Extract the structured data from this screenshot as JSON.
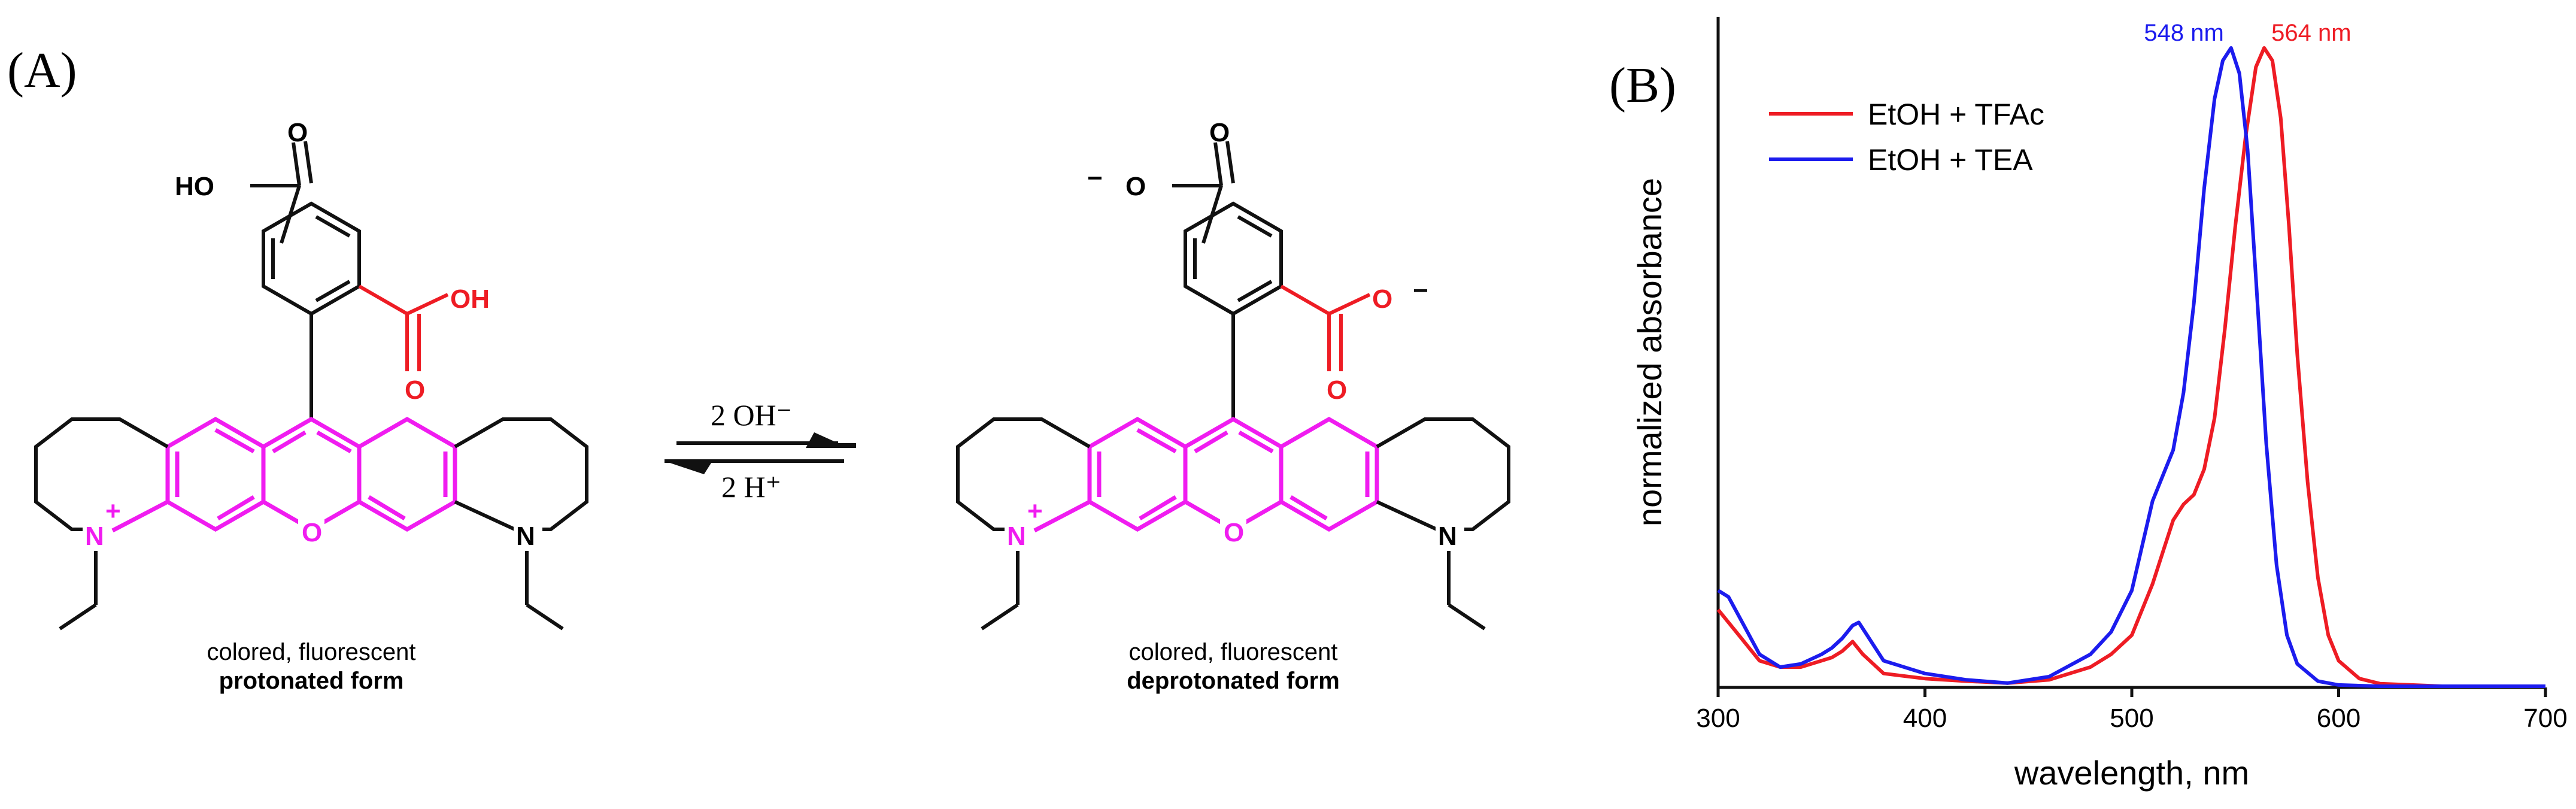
{
  "panel_a": {
    "label": "(A)",
    "left": {
      "caption1": "colored, fluorescent",
      "caption2": "protonated form",
      "acid_top": "HO",
      "acid_red": "OH"
    },
    "right": {
      "caption1": "colored, fluorescent",
      "caption2": "deprotonated form",
      "minus": "−"
    },
    "atoms": {
      "O": "O",
      "N": "N",
      "Nplus": "N",
      "plus": "+"
    },
    "equilibrium": {
      "top": "2 OH⁻",
      "bottom": "2 H⁺"
    }
  },
  "panel_b": {
    "label": "(B)"
  },
  "colors": {
    "magenta": "#f01cf0",
    "red": "#ee1c24",
    "blue": "#1c1cee",
    "black": "#111111"
  },
  "chart_data": {
    "type": "line",
    "xlabel": "wavelength, nm",
    "ylabel": "normalized absorbance",
    "xlim": [
      300,
      700
    ],
    "ylim": [
      0,
      1
    ],
    "x_ticks": [
      300,
      400,
      500,
      600,
      700
    ],
    "grid": false,
    "legend_position": "top-left",
    "annotations": [
      {
        "text": "548 nm",
        "x": 548,
        "series": "EtOH + TEA"
      },
      {
        "text": "564 nm",
        "x": 564,
        "series": "EtOH + TFAc"
      }
    ],
    "series": [
      {
        "name": "EtOH + TFAc",
        "color": "#ee1c24",
        "x": [
          300,
          310,
          320,
          330,
          340,
          350,
          355,
          360,
          365,
          370,
          380,
          400,
          420,
          440,
          460,
          480,
          490,
          500,
          510,
          515,
          520,
          525,
          530,
          535,
          540,
          545,
          550,
          555,
          560,
          564,
          568,
          572,
          576,
          580,
          585,
          590,
          595,
          600,
          610,
          620,
          650,
          700
        ],
        "y": [
          0.12,
          0.08,
          0.04,
          0.03,
          0.03,
          0.04,
          0.045,
          0.055,
          0.07,
          0.05,
          0.02,
          0.012,
          0.008,
          0.005,
          0.01,
          0.03,
          0.05,
          0.08,
          0.16,
          0.21,
          0.26,
          0.285,
          0.3,
          0.34,
          0.42,
          0.56,
          0.72,
          0.86,
          0.97,
          1.0,
          0.98,
          0.89,
          0.72,
          0.52,
          0.32,
          0.17,
          0.08,
          0.04,
          0.012,
          0.004,
          0.0,
          0.0
        ]
      },
      {
        "name": "EtOH + TEA",
        "color": "#1c1cee",
        "x": [
          300,
          305,
          310,
          320,
          330,
          340,
          350,
          355,
          360,
          365,
          368,
          372,
          380,
          400,
          420,
          440,
          460,
          480,
          490,
          500,
          505,
          510,
          515,
          520,
          525,
          530,
          535,
          540,
          544,
          548,
          552,
          556,
          560,
          565,
          570,
          575,
          580,
          590,
          600,
          620,
          650,
          700
        ],
        "y": [
          0.15,
          0.14,
          0.11,
          0.05,
          0.03,
          0.035,
          0.05,
          0.06,
          0.075,
          0.095,
          0.1,
          0.08,
          0.04,
          0.02,
          0.01,
          0.005,
          0.015,
          0.05,
          0.085,
          0.15,
          0.22,
          0.29,
          0.33,
          0.37,
          0.46,
          0.6,
          0.78,
          0.92,
          0.98,
          1.0,
          0.96,
          0.84,
          0.64,
          0.38,
          0.19,
          0.08,
          0.035,
          0.008,
          0.002,
          0.0,
          0.0,
          0.0
        ]
      }
    ]
  }
}
